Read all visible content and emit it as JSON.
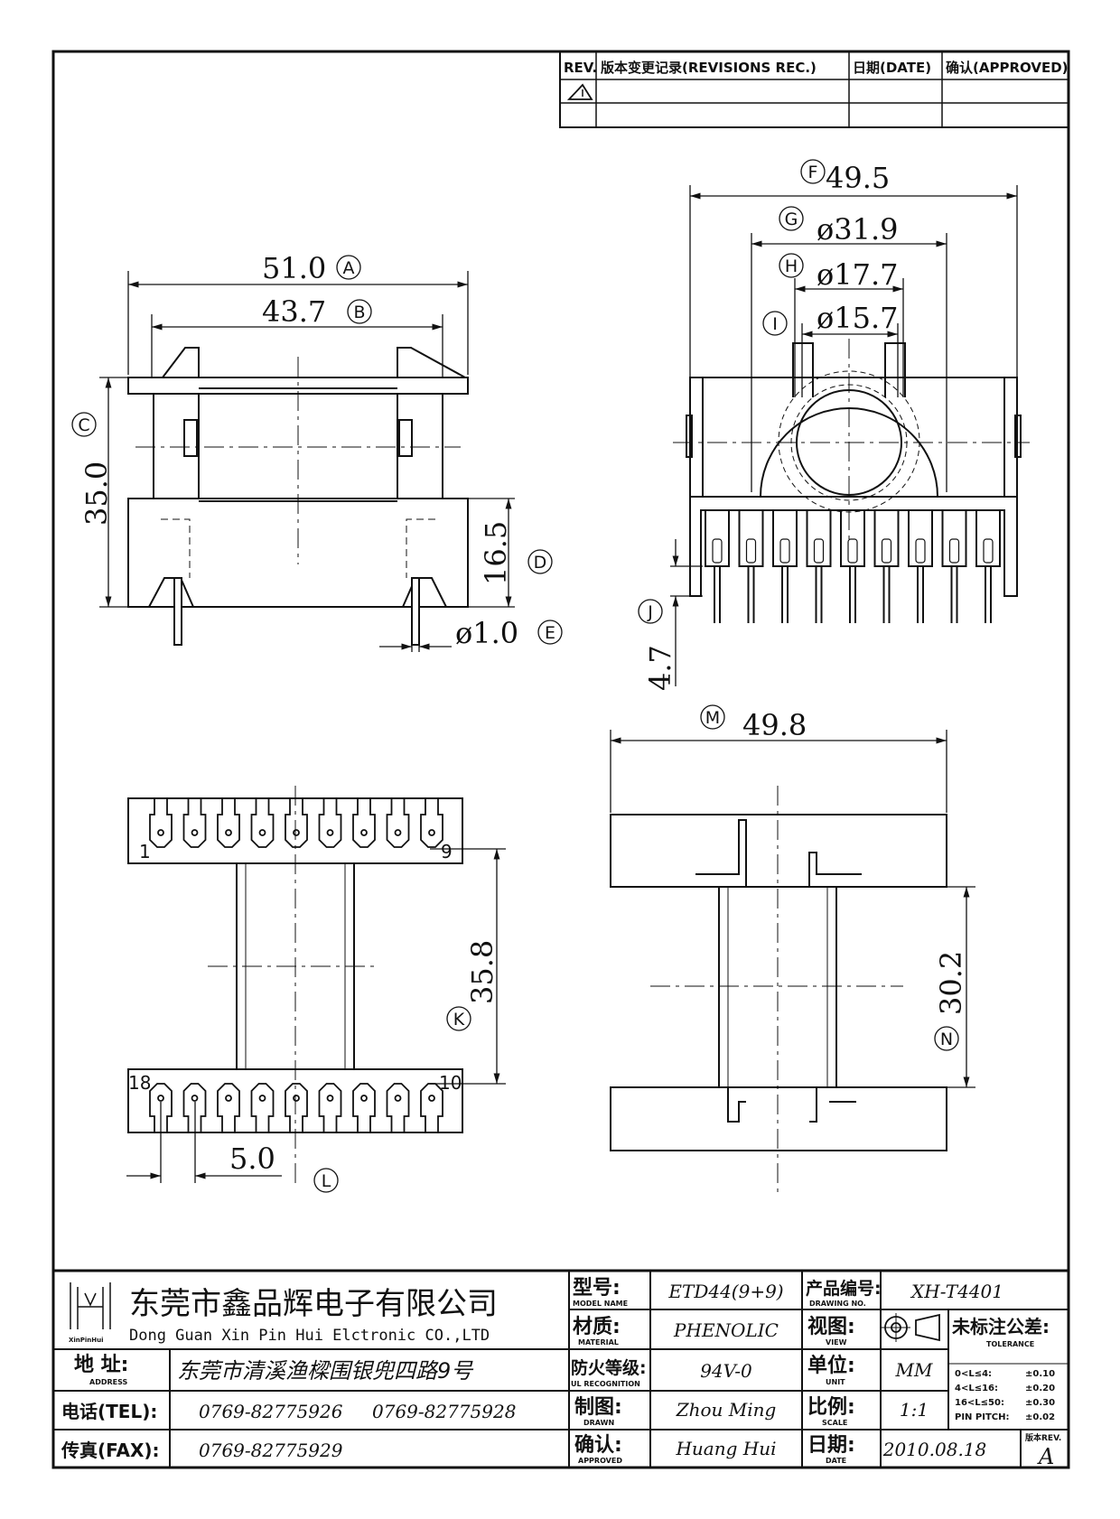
{
  "revisions": {
    "rev_header": "REV.",
    "record_header": "版本变更记录(REVISIONS REC.)",
    "date_header": "日期(DATE)",
    "approved_header": "确认(APPROVED)"
  },
  "dimensions": {
    "A": {
      "marker": "A",
      "value": "51.0"
    },
    "B": {
      "marker": "B",
      "value": "43.7"
    },
    "C": {
      "marker": "C",
      "value": "35.0"
    },
    "D": {
      "marker": "D",
      "value": "16.5"
    },
    "E": {
      "marker": "E",
      "value": "ø1.0"
    },
    "F": {
      "marker": "F",
      "value": "49.5"
    },
    "G": {
      "marker": "G",
      "value": "ø31.9"
    },
    "H": {
      "marker": "H",
      "value": "ø17.7"
    },
    "I": {
      "marker": "I",
      "value": "ø15.7"
    },
    "J": {
      "marker": "J",
      "value": "4.7"
    },
    "K": {
      "marker": "K",
      "value": "35.8"
    },
    "L": {
      "marker": "L",
      "value": "5.0"
    },
    "M": {
      "marker": "M",
      "value": "49.8"
    },
    "N": {
      "marker": "N",
      "value": "30.2"
    }
  },
  "pin_labels": {
    "p1": "1",
    "p9": "9",
    "p18": "18",
    "p10": "10"
  },
  "company": {
    "name_cn": "东莞市鑫品辉电子有限公司",
    "name_en": "Dong Guan Xin Pin Hui Elctronic CO.,LTD",
    "logo_text": "XinPinHui"
  },
  "contact": {
    "address_label": "地 址:",
    "address_sub": "ADDRESS",
    "address_value": "东莞市清溪渔樑围银兜四路9号",
    "tel_label": "电话(TEL):",
    "tel_value_1": "0769-82775926",
    "tel_value_2": "0769-82775928",
    "fax_label": "传真(FAX):",
    "fax_value": "0769-82775929"
  },
  "fields": {
    "model": {
      "label": "型号:",
      "sub": "MODEL NAME",
      "value": "ETD44(9+9)"
    },
    "material": {
      "label": "材质:",
      "sub": "MATERIAL",
      "value": "PHENOLIC"
    },
    "fire": {
      "label": "防火等级:",
      "sub": "UL RECOGNITION",
      "value": "94V-0"
    },
    "drawn": {
      "label": "制图:",
      "sub": "DRAWN",
      "value": "Zhou Ming"
    },
    "approved": {
      "label": "确认:",
      "sub": "APPROVED",
      "value": "Huang Hui"
    },
    "drawing_no": {
      "label": "产品编号:",
      "sub": "DRAWING NO.",
      "value": "XH-T4401"
    },
    "view": {
      "label": "视图:",
      "sub": "VIEW"
    },
    "unit": {
      "label": "单位:",
      "sub": "UNIT",
      "value": "MM"
    },
    "scale": {
      "label": "比例:",
      "sub": "SCALE",
      "value": "1:1"
    },
    "date": {
      "label": "日期:",
      "sub": "DATE",
      "value": "2010.08.18"
    }
  },
  "tolerance": {
    "title": "未标注公差:",
    "sub": "TOLERANCE",
    "rows": [
      {
        "range": "0<L≤4:",
        "value": "±0.10"
      },
      {
        "range": "4<L≤16:",
        "value": "±0.20"
      },
      {
        "range": "16<L≤50:",
        "value": "±0.30"
      },
      {
        "range": "PIN PITCH:",
        "value": "±0.02"
      }
    ]
  },
  "version": {
    "label": "版本REV.",
    "value": "A"
  }
}
